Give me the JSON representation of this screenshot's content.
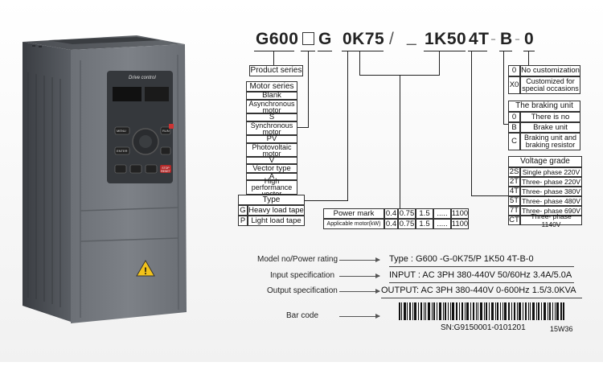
{
  "device": {
    "panel_label": "Drive control",
    "keys": {
      "menu": "MENU",
      "enter": "ENTER",
      "run": "RUN",
      "stop": "STOP RESET"
    }
  },
  "code": {
    "series": "G600",
    "g": "G",
    "power": "0K75",
    "slash": "/",
    "dash": "_",
    "power2": "1K50",
    "voltage": "4T",
    "dash2": "-",
    "brake": "B",
    "dash3": "-",
    "custom": "0"
  },
  "product_series": "Product series",
  "motor_series": {
    "title": "Motor series",
    "items": [
      "Blank",
      "Asynchronous motor",
      "S",
      "Synchronous motor",
      "PV",
      "Photovoltaic motor",
      "V",
      "Vector type",
      "A",
      "High performance vector"
    ]
  },
  "type_table": {
    "title": "Type",
    "rows": [
      {
        "code": "G",
        "desc": "Heavy load tape"
      },
      {
        "code": "P",
        "desc": "Light load tape"
      }
    ]
  },
  "power_table": {
    "rows": [
      {
        "label": "Power mark",
        "values": [
          "0.4",
          "0.75",
          "1.5",
          ".....",
          "1100"
        ]
      },
      {
        "label": "Applicable motor(kW)",
        "values": [
          "0.4",
          "0.75",
          "1.5",
          ".....",
          "1100"
        ]
      }
    ]
  },
  "custom_table": {
    "rows": [
      {
        "code": "0",
        "desc": "No customization"
      },
      {
        "code": "X0",
        "desc": "Customized for special occasions"
      }
    ]
  },
  "braking_table": {
    "title": "The braking unit",
    "rows": [
      {
        "code": "0",
        "desc": "There is no"
      },
      {
        "code": "B",
        "desc": "Brake unit"
      },
      {
        "code": "C",
        "desc": "Braking unit and braking resistor"
      }
    ]
  },
  "voltage_table": {
    "title": "Voltage grade",
    "rows": [
      {
        "code": "2S",
        "desc": "Single phase 220V"
      },
      {
        "code": "2T",
        "desc": "Three- phase 220V"
      },
      {
        "code": "4T",
        "desc": "Three- phase 380V"
      },
      {
        "code": "5T",
        "desc": "Three- phase 480V"
      },
      {
        "code": "7T",
        "desc": "Three- phase 690V"
      },
      {
        "code": "CT",
        "desc": "Three- phase 1140V"
      }
    ]
  },
  "nameplate": {
    "model_label": "Model no/Power rating",
    "model_value": "Type :  G600 -G-0K75/P 1K50 4T-B-0",
    "input_label": "Input specification",
    "input_value": "INPUT : AC 3PH 380-440V 50/60Hz  3.4A/5.0A",
    "output_label": "Output specification",
    "output_value": "OUTPUT: AC 3PH 380-440V 0-600Hz  1.5/3.0KVA",
    "barcode_label": "Bar code",
    "serial": "SN:G9150001-0101201",
    "date_code": "15W36"
  }
}
